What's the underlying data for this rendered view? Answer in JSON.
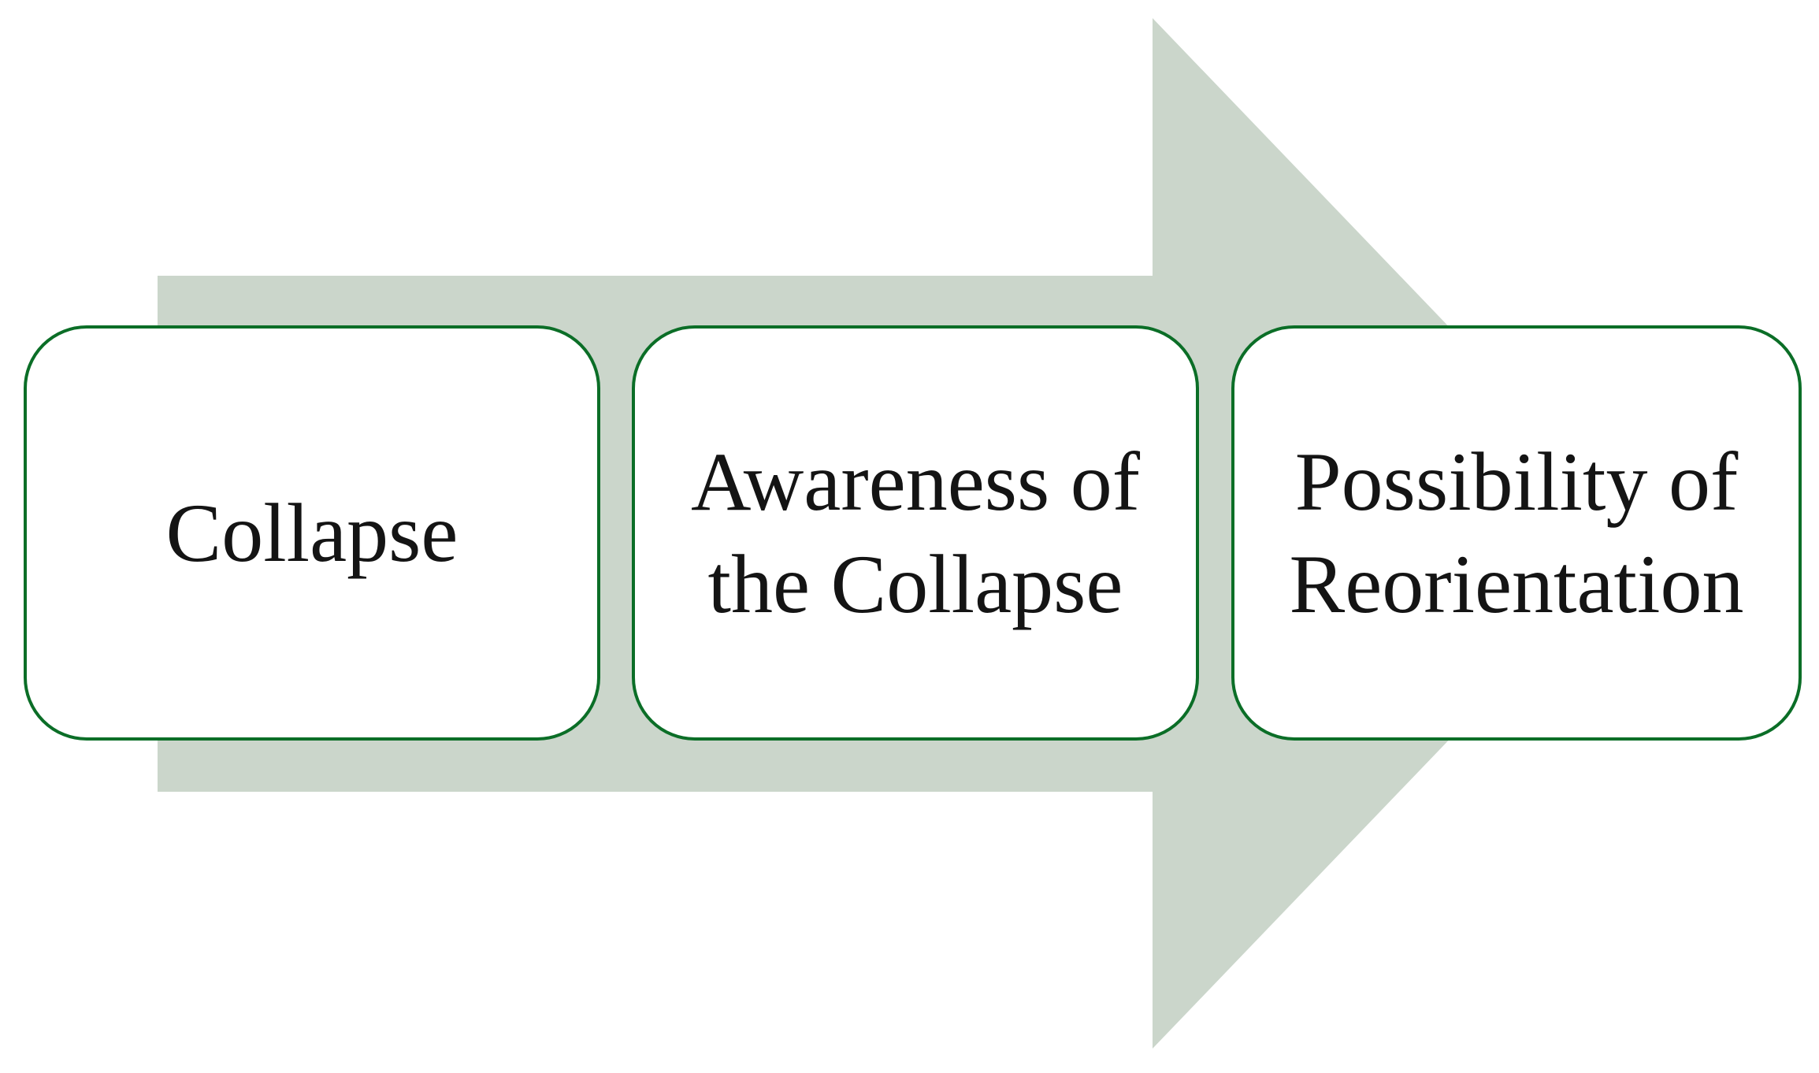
{
  "figure": {
    "kind": "process-flow-diagram",
    "arrow_direction": "right",
    "stages": [
      {
        "label": "Collapse",
        "lines": [
          "Collapse"
        ]
      },
      {
        "label": "Awareness of the Collapse",
        "lines": [
          "Awareness of",
          "the Collapse"
        ]
      },
      {
        "label": "Possibility of Reorientation",
        "lines": [
          "Possibility of",
          "Reorientation"
        ]
      }
    ],
    "colors": {
      "background": "#ffffff",
      "arrow_fill": "#cbd6cb",
      "box_fill": "#ffffff",
      "box_border": "#0b6e27",
      "text": "#141414"
    }
  }
}
